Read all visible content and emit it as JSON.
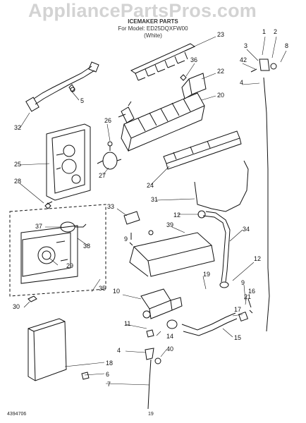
{
  "watermark": "AppliancePartsPros.com",
  "header": {
    "title": "ICEMAKER PARTS",
    "model": "For Model: ED25DQXFW00",
    "variant": "(White)"
  },
  "footer": {
    "doc_number": "4394706",
    "page_number": "19"
  },
  "callouts": [
    "1",
    "2",
    "8",
    "3",
    "42",
    "4",
    "23",
    "36",
    "22",
    "20",
    "5",
    "32",
    "26",
    "25",
    "27",
    "24",
    "28",
    "31",
    "33",
    "12",
    "39",
    "34",
    "37",
    "9",
    "38",
    "29",
    "19",
    "12",
    "9",
    "10",
    "16",
    "30",
    "35",
    "21",
    "17",
    "11",
    "14",
    "15",
    "4",
    "40",
    "18",
    "6",
    "7"
  ],
  "colors": {
    "line": "#111111",
    "watermark": "#b0b0b0"
  }
}
